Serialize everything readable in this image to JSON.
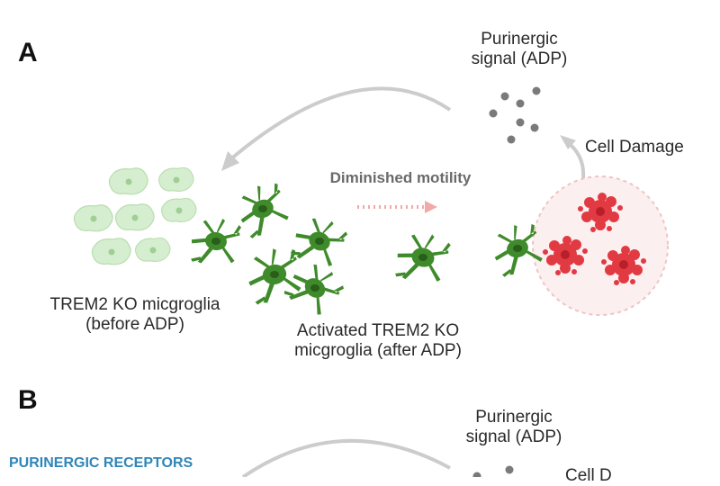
{
  "panel_a": {
    "letter": "A",
    "signal_label": [
      "Purinergic",
      "signal (ADP)"
    ],
    "damage_label": "Cell Damage",
    "motility_label": "Diminished motility",
    "before_label": [
      "TREM2 KO micgroglia",
      "(before ADP)"
    ],
    "after_label": [
      "Activated TREM2 KO",
      "micgroglia (after ADP)"
    ]
  },
  "panel_b": {
    "letter": "B",
    "signal_label": [
      "Purinergic",
      "signal (ADP)"
    ],
    "receptors_label": "PURINERGIC RECEPTORS",
    "damage_label_partial": "Cell D"
  },
  "colors": {
    "microglia": "#3e8a2a",
    "microglia_dark": "#2c6a1c",
    "resting": "#d4ecce",
    "damage": "#e23a43",
    "arrow": "#c9c9c9",
    "motility_arrow": "#f3a8a8",
    "receptors_text": "#2f86b8"
  }
}
